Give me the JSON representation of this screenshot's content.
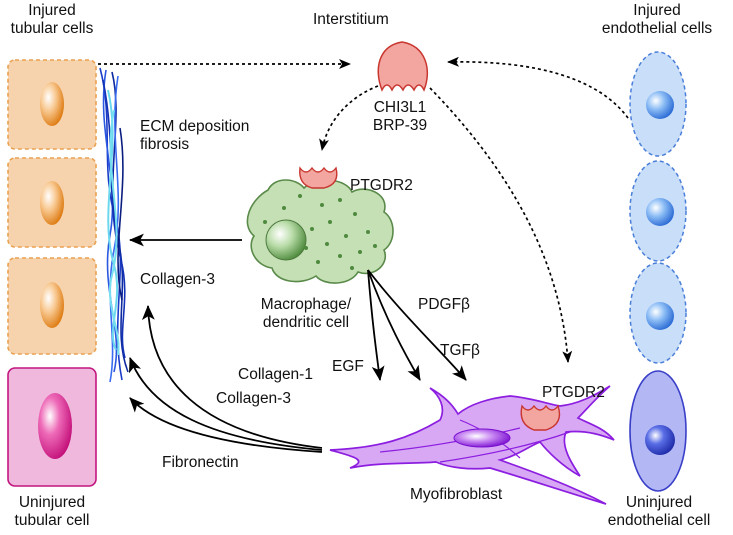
{
  "labels": {
    "injured_tubular": [
      "Injured",
      "tubular cells"
    ],
    "interstitium": "Interstitium",
    "injured_endothelial": [
      "Injured",
      "endothelial cells"
    ],
    "chi3l1": "CHI3L1",
    "brp39": "BRP-39",
    "ecm": [
      "ECM deposition",
      "fibrosis"
    ],
    "ptgdr2_macrophage": "PTGDR2",
    "collagen3_top": "Collagen-3",
    "macrophage": [
      "Macrophage/",
      "dendritic cell"
    ],
    "pdgfb": "PDGFβ",
    "tgfb": "TGFβ",
    "egf": "EGF",
    "collagen1": "Collagen-1",
    "collagen3_bottom": "Collagen-3",
    "fibronectin": "Fibronectin",
    "ptgdr2_myofibroblast": "PTGDR2",
    "myofibroblast": "Myofibroblast",
    "uninjured_tubular": [
      "Uninjured",
      "tubular cell"
    ],
    "uninjured_endothelial": [
      "Uninjured",
      "endothelial cell"
    ]
  },
  "colors": {
    "tubular_fill": "#f7d3ad",
    "tubular_border": "#e9a152",
    "uninjured_tubular_fill": "#f1b8de",
    "uninjured_tubular_border": "#c2167f",
    "endothelial_fill": "#c9def9",
    "endothelial_border": "#4a7fd9",
    "uninjured_endo_fill": "#b3b8f5",
    "uninjured_endo_border": "#3a3fc8",
    "macrophage_fill": "#c5e0b4",
    "macrophage_border": "#5a8a4a",
    "receptor_fill": "#f3a5a0",
    "receptor_border": "#c8362f",
    "myofibroblast_fill": "#d8a8f5",
    "myofibroblast_border": "#8c1ee0"
  }
}
